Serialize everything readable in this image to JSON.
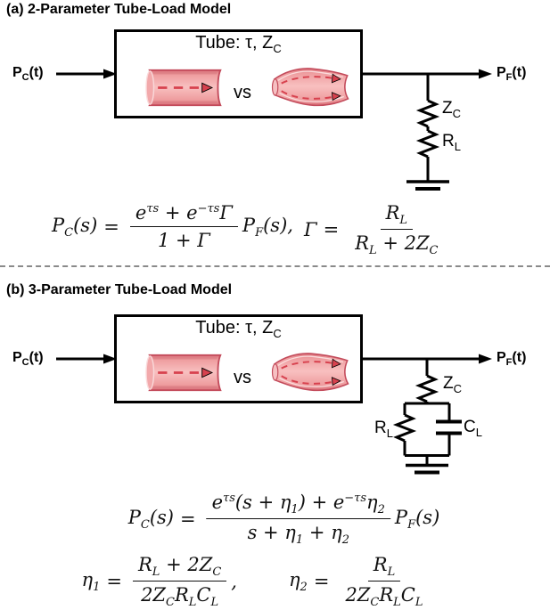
{
  "figure": {
    "colors": {
      "line": "#000000",
      "divider": "#8a8a8a",
      "tube_fill_light": "#f8c0c0",
      "tube_fill": "#ee9c9e",
      "tube_fill_dark": "#d96f78",
      "tube_stroke": "#c34b5b",
      "tube_dash_arrow": "#d7414e",
      "math_text": "#111111"
    },
    "a": {
      "title": "(a) 2-Parameter Tube-Load Model",
      "box_label": {
        "prefix": "Tube: τ, Z",
        "sub": "C"
      },
      "vs": "vs",
      "input": {
        "base": "P",
        "sub": "C",
        "arg": "(t)"
      },
      "output": {
        "base": "P",
        "sub": "F",
        "arg": "(t)"
      },
      "zc": {
        "base": "Z",
        "sub": "C"
      },
      "rl": {
        "base": "R",
        "sub": "L"
      },
      "eq": {
        "lhs": {
          "base": "P",
          "sub": "C",
          "arg": "(s)",
          "rel": "="
        },
        "num": {
          "e1": "e",
          "sup1": "τs",
          "op": " + ",
          "e2": "e",
          "sup2": "−τs",
          "tail": "Γ"
        },
        "den": "1 + Γ",
        "rhs": {
          "base": "P",
          "sub": "F",
          "arg": "(s)",
          "punct": ","
        },
        "g": {
          "sym": "Γ",
          "rel": "=",
          "num_base": "R",
          "num_sub": "L",
          "den_t1": "R",
          "den_s1": "L",
          "den_t2": " + 2Z",
          "den_s2": "C"
        }
      }
    },
    "b": {
      "title": "(b) 3-Parameter Tube-Load Model",
      "box_label": {
        "prefix": "Tube: τ, Z",
        "sub": "C"
      },
      "vs": "vs",
      "input": {
        "base": "P",
        "sub": "C",
        "arg": "(t)"
      },
      "output": {
        "base": "P",
        "sub": "F",
        "arg": "(t)"
      },
      "zc": {
        "base": "Z",
        "sub": "C"
      },
      "rl": {
        "base": "R",
        "sub": "L"
      },
      "cl": {
        "base": "C",
        "sub": "L"
      },
      "eq_main": {
        "lhs": {
          "base": "P",
          "sub": "C",
          "arg": "(s)",
          "rel": "="
        },
        "num": {
          "e1": "e",
          "sup1": "τs",
          "t1": "(s + η",
          "s1": "1",
          "t2": ") + ",
          "e2": "e",
          "sup2": "−τs",
          "t3": "η",
          "s3": "2"
        },
        "den": {
          "t1": "s + η",
          "s1": "1",
          "t2": " + η",
          "s2": "2"
        },
        "rhs": {
          "base": "P",
          "sub": "F",
          "arg": "(s)"
        }
      },
      "eta1": {
        "sym": "η",
        "symsub": "1",
        "rel": "=",
        "num_t1": "R",
        "num_s1": "L",
        "num_t2": " + 2Z",
        "num_s2": "C",
        "den_t1": "2Z",
        "den_s1": "C",
        "den_t2": "R",
        "den_s2": "L",
        "den_t3": "C",
        "den_s3": "L",
        "punct": ","
      },
      "eta2": {
        "sym": "η",
        "symsub": "2",
        "rel": "=",
        "num_t1": "R",
        "num_s1": "L",
        "den_t1": "2Z",
        "den_s1": "C",
        "den_t2": "R",
        "den_s2": "L",
        "den_t3": "C",
        "den_s3": "L"
      }
    }
  }
}
